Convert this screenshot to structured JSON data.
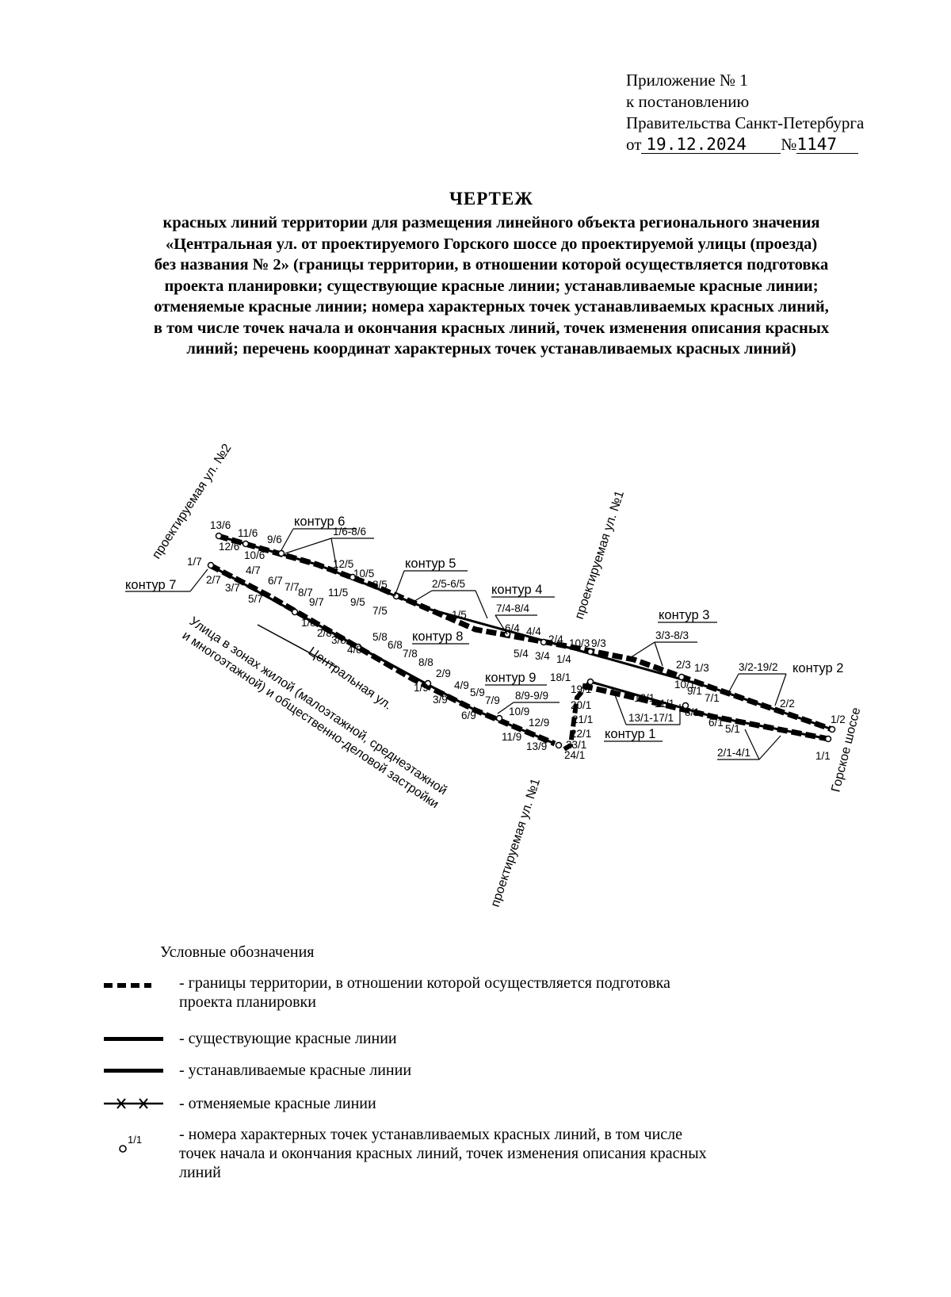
{
  "header": {
    "lines": [
      "Приложение № 1",
      "к постановлению",
      "Правительства Санкт-Петербурга"
    ],
    "prefix_from": "от",
    "date": "19.12.2024",
    "prefix_no": "№",
    "number": "1147"
  },
  "title": {
    "heading": "ЧЕРТЕЖ",
    "lines": [
      "красных линий территории для размещения линейного объекта регионального значения",
      "«Центральная ул. от проектируемого Горского шоссе до проектируемой улицы (проезда)",
      "без названия № 2» (границы территории, в отношении которой осуществляется подготовка",
      "проекта планировки; существующие красные линии; устанавливаемые красные линии;",
      "отменяемые красные линии; номера характерных точек устанавливаемых красных линий,",
      "в том числе точек начала и окончания красных линий, точек изменения описания красных",
      "линий; перечень координат характерных точек устанавливаемых красных линий)"
    ]
  },
  "map": {
    "streets": {
      "proj2": "проектируемая ул. №2",
      "proj1_top": "проектируемая ул. №1",
      "proj1_bottom": "проектируемая ул. №1",
      "gorskoe": "Горское шоссе",
      "central": [
        "Центральная ул.",
        "Улица в зонах жилой (малоэтажной, среднеэтажной",
        "и многоэтажной) и общественно-деловой застройки"
      ]
    },
    "contours": {
      "k1": "контур 1",
      "k2": "контур 2",
      "k3": "контур 3",
      "k4": "контур 4",
      "k5": "контур 5",
      "k6": "контур 6",
      "k7": "контур 7",
      "k8": "контур 8",
      "k9": "контур 9"
    },
    "leaders": {
      "c6": "1/6-8/6",
      "c5": "2/5-6/5",
      "c4": "7/4-8/4",
      "c3": "3/3-8/3",
      "c2": "3/2-19/2",
      "c9": "8/9-9/9",
      "c1a": "13/1-17/1",
      "c1b": "2/1-4/1"
    },
    "points": {
      "p13_6": "13/6",
      "p11_6": "11/6",
      "p9_6": "9/6",
      "p10_6": "10/6",
      "p12_6": "12/6",
      "p12_5": "12/5",
      "p10_5": "10/5",
      "p8_5": "8/5",
      "p11_5": "11/5",
      "p9_5": "9/5",
      "p7_5": "7/5",
      "p1_5": "1/5",
      "p1_7": "1/7",
      "p2_7": "2/7",
      "p3_7": "3/7",
      "p4_7": "4/7",
      "p5_7": "5/7",
      "p6_7": "6/7",
      "p7_7": "7/7",
      "p8_7": "8/7",
      "p9_7": "9/7",
      "p1_8": "1/8",
      "p2_8": "2/8",
      "p3_8": "3/8",
      "p4_8": "4/8",
      "p5_8": "5/8",
      "p6_8": "6/8",
      "p7_8": "7/8",
      "p8_8": "8/8",
      "p1_9": "1/9",
      "p2_9": "2/9",
      "p3_9": "3/9",
      "p4_9": "4/9",
      "p5_9": "5/9",
      "p6_9": "6/9",
      "p7_9": "7/9",
      "p10_9": "10/9",
      "p11_9": "11/9",
      "p12_9": "12/9",
      "p13_9": "13/9",
      "p6_4": "6/4",
      "p4_4": "4/4",
      "p2_4": "2/4",
      "p5_4": "5/4",
      "p3_4": "3/4",
      "p1_4": "1/4",
      "p10_3": "10/3",
      "p9_3": "9/3",
      "p2_3": "2/3",
      "p1_3": "1/3",
      "p18_1": "18/1",
      "p19_1": "19/1",
      "p20_1": "20/1",
      "p21_1": "21/1",
      "p22_1": "22/1",
      "p23_1": "23/1",
      "p24_1": "24/1",
      "p12_1": "12/1",
      "p11_1": "11/1",
      "p10_1": "10/1",
      "p9_1": "9/1",
      "p8_1": "8/1",
      "p7_1": "7/1",
      "p6_1": "6/1",
      "p5_1": "5/1",
      "p1_1": "1/1",
      "p2_2": "2/2",
      "p1_2": "1/2"
    }
  },
  "legend": {
    "title": "Условные обозначения",
    "items": [
      "- границы территории, в отношении которой осуществляется подготовка проекта планировки",
      "- существующие красные линии",
      "- устанавливаемые красные линии",
      "- отменяемые красные линии",
      "- номера характерных точек устанавливаемых красных линий, в том числе точек начала и окончания красных линий, точек изменения описания красных линий"
    ],
    "point_sample": "1/1"
  }
}
